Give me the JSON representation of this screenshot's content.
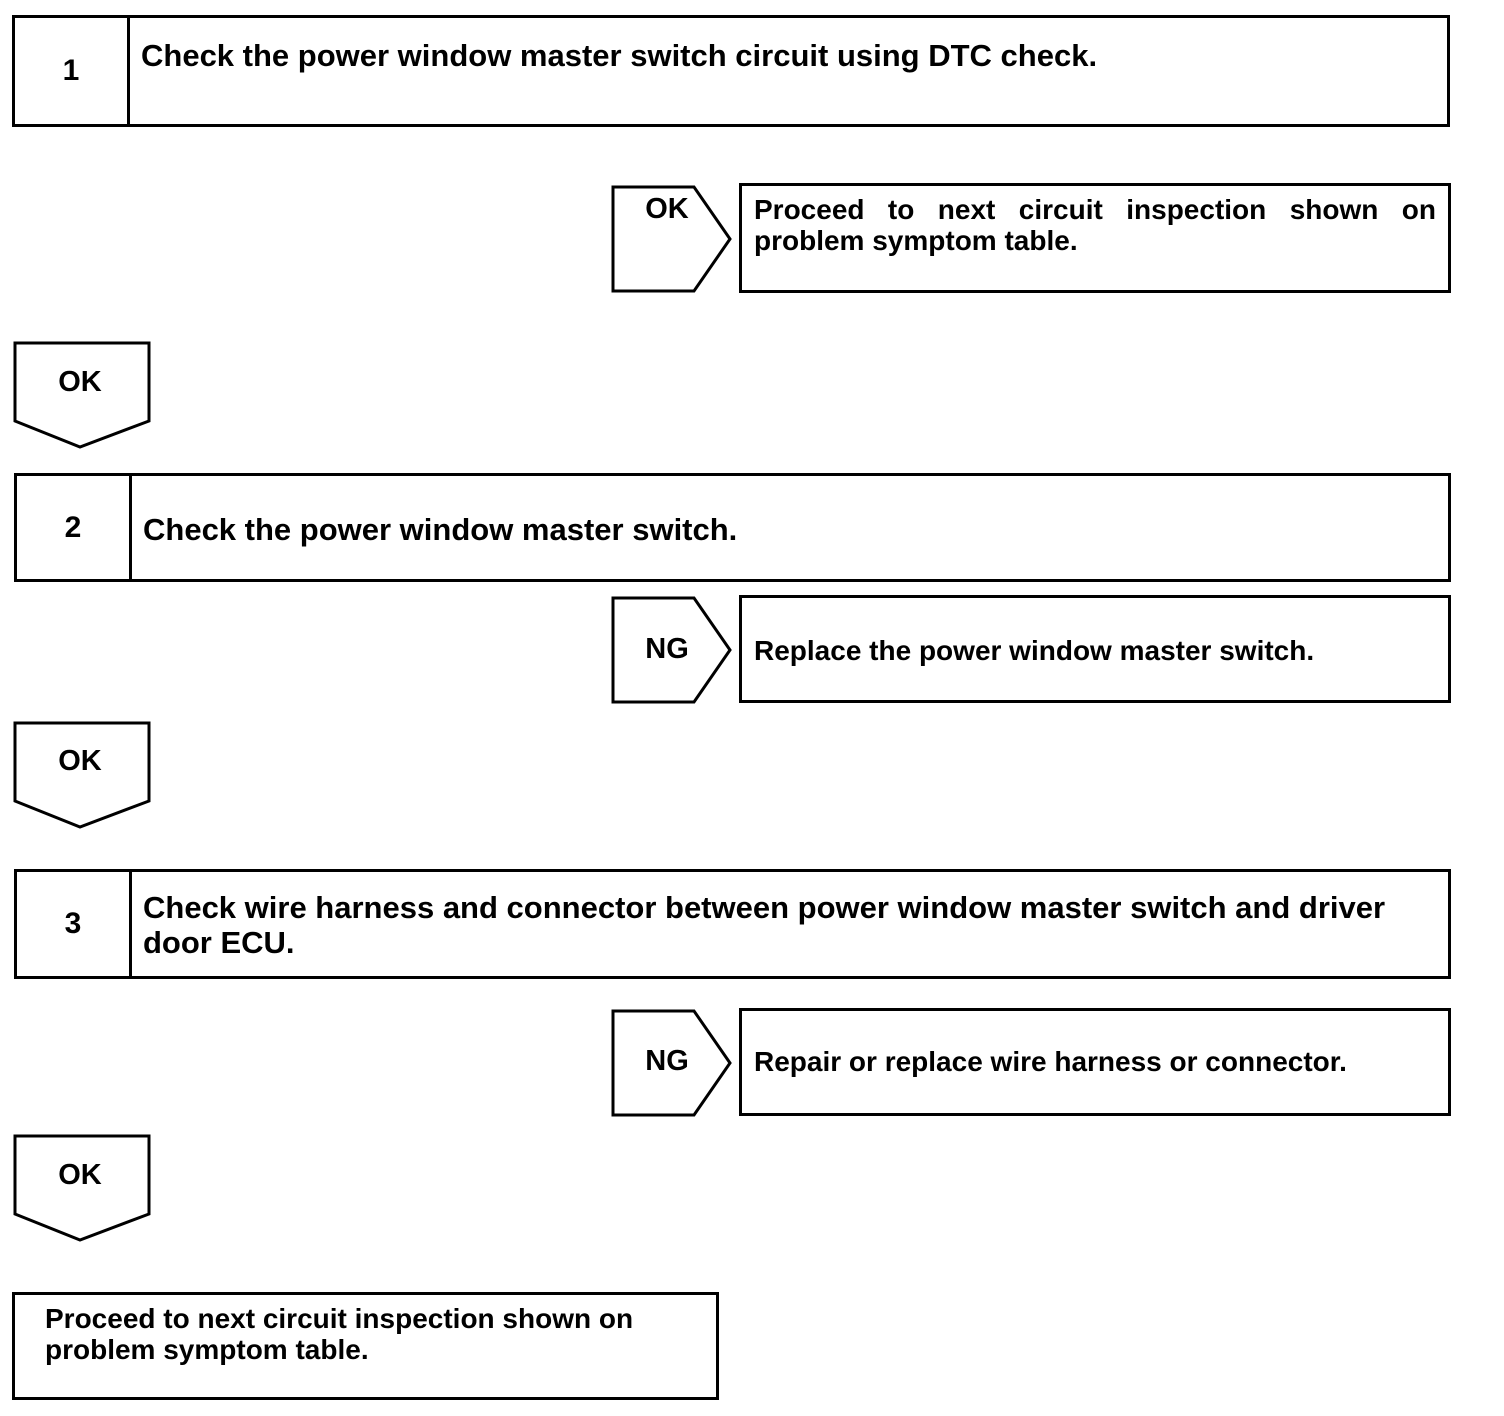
{
  "steps": [
    {
      "number": "1",
      "text": "Check the power window master switch circuit using DTC check."
    },
    {
      "number": "2",
      "text": "Check the power window master switch."
    },
    {
      "number": "3",
      "text": "Check wire harness and connector between power window master switch and driver door ECU."
    }
  ],
  "branches": [
    {
      "label": "OK",
      "result": "Proceed to next circuit inspection shown on problem symptom table."
    },
    {
      "label": "NG",
      "result": "Replace the power window master switch."
    },
    {
      "label": "NG",
      "result": "Repair or replace wire harness or connector."
    }
  ],
  "down_arrows": [
    "OK",
    "OK",
    "OK"
  ],
  "final": {
    "text": "Proceed to next circuit inspection shown on problem symptom table."
  }
}
